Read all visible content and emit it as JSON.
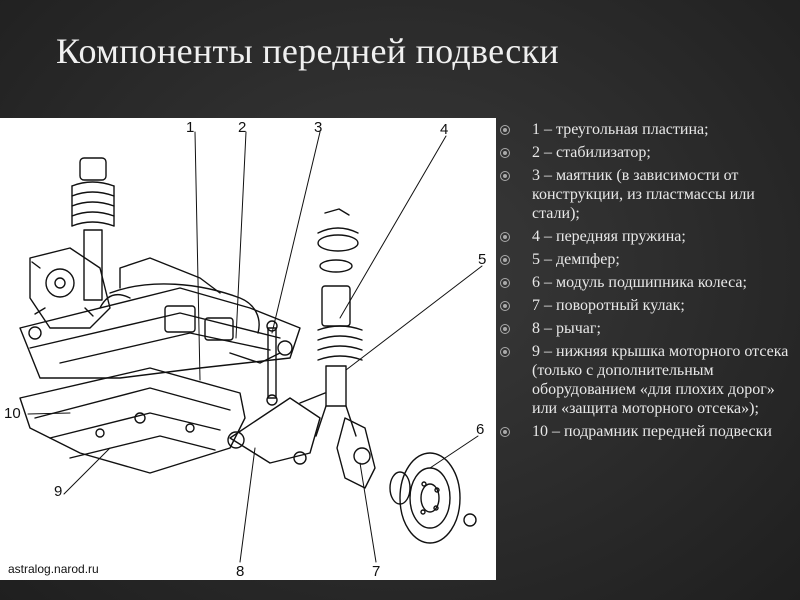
{
  "slide": {
    "title": "Компоненты передней подвески"
  },
  "diagram": {
    "watermark": "astralog.narod.ru",
    "callouts": [
      "1",
      "2",
      "3",
      "4",
      "5",
      "6",
      "7",
      "8",
      "9",
      "10"
    ]
  },
  "legend": {
    "items": [
      "1 – треугольная пластина;",
      "2 – стабилизатор;",
      "3 – маятник (в зависимости от конструкции, из пластмассы или стали);",
      "4 – передняя пружина;",
      "5 – демпфер;",
      "6 – модуль подшипника колеса;",
      "7 – поворотный кулак;",
      "8 – рычаг;",
      "9 – нижняя крышка моторного отсека (только с дополнительным оборудованием «для плохих дорог» или «защита моторного отсека»);",
      "10 – подрамник передней подвески"
    ]
  },
  "colors": {
    "background": "#2b2b2b",
    "title_text": "#f0f0f0",
    "body_text": "#e8e8e8",
    "bullet": "#a9a9a9",
    "diagram_bg": "#ffffff",
    "line_art": "#111111"
  }
}
